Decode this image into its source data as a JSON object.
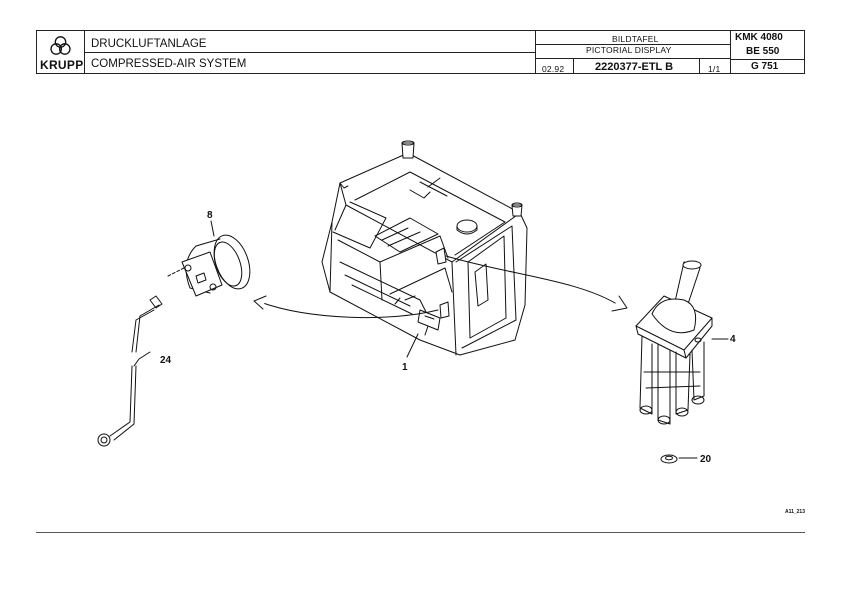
{
  "header": {
    "logo_name": "KRUPP",
    "title_de": "DRUCKLUFTANLAGE",
    "title_en": "COMPRESSED-AIR SYSTEM",
    "plate_de": "BILDTAFEL",
    "plate_en": "PICTORIAL DISPLAY",
    "date": "02.92",
    "part_number": "2220377-ETL B",
    "sheet": "1/1",
    "model_1": "KMK 4080",
    "model_2": "BE 550",
    "model_3": "G 751"
  },
  "drawing": {
    "callouts": {
      "c8": "8",
      "c24": "24",
      "c1": "1",
      "c4": "4",
      "c20": "20"
    },
    "reference": "A11_213"
  }
}
